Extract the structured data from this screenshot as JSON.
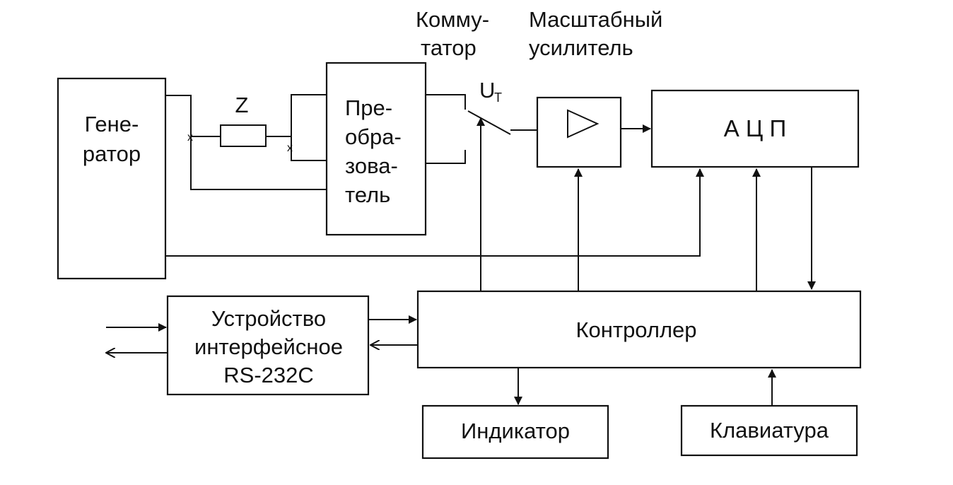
{
  "labels": {
    "kommutator_line1": "Комму-",
    "kommutator_line2": "татор",
    "amplifier_line1": "Масштабный",
    "amplifier_line2": "усилитель",
    "impedance": "Z",
    "test_voltage_main": "U",
    "test_voltage_sub": "Т"
  },
  "blocks": {
    "generator": {
      "line1": "Гене-",
      "line2": "ратор"
    },
    "converter": {
      "line1": "Пре-",
      "line2": "обра-",
      "line3": "зова-",
      "line4": "тель"
    },
    "adc": {
      "label": "А Ц П"
    },
    "controller": {
      "label": "Контроллер"
    },
    "interface": {
      "line1": "Устройство",
      "line2": "интерфейсное",
      "line3": "RS-232C"
    },
    "indicator": {
      "label": "Индикатор"
    },
    "keyboard": {
      "label": "Клавиатура"
    }
  },
  "colors": {
    "ink": "#111111",
    "background": "#ffffff"
  }
}
